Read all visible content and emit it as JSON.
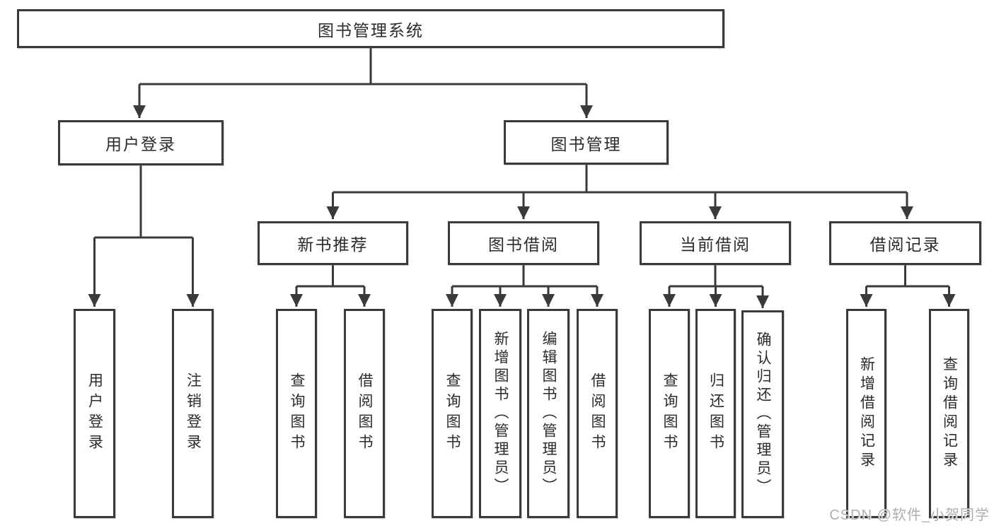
{
  "diagram": {
    "root": {
      "label": "图书管理系统"
    },
    "level2": [
      {
        "id": "user-login",
        "label": "用户登录"
      },
      {
        "id": "book-management",
        "label": "图书管理"
      }
    ],
    "level3": [
      {
        "id": "new-book-recommend",
        "label": "新书推荐",
        "parent": "图书管理"
      },
      {
        "id": "book-borrow",
        "label": "图书借阅",
        "parent": "图书管理"
      },
      {
        "id": "current-borrow",
        "label": "当前借阅",
        "parent": "图书管理"
      },
      {
        "id": "borrow-records",
        "label": "借阅记录",
        "parent": "图书管理"
      }
    ],
    "leaves": {
      "user_login": [
        "用户登录",
        "注销登录"
      ],
      "new_book": [
        "查询图书",
        "借阅图书"
      ],
      "borrow": [
        "查询图书",
        "新增图书（管理员）",
        "编辑图书（管理员）",
        "借阅图书"
      ],
      "current": [
        "查询图书",
        "归还图书",
        "确认归还（管理员）"
      ],
      "records": [
        "新增借阅记录",
        "查询借阅记录"
      ]
    }
  },
  "watermark": "CSDN @软件_小贺同学",
  "colors": {
    "line": "#3a3a3a",
    "box_fill": "#ffffff",
    "text": "#2b2b2b",
    "watermark": "#aeaeae"
  }
}
